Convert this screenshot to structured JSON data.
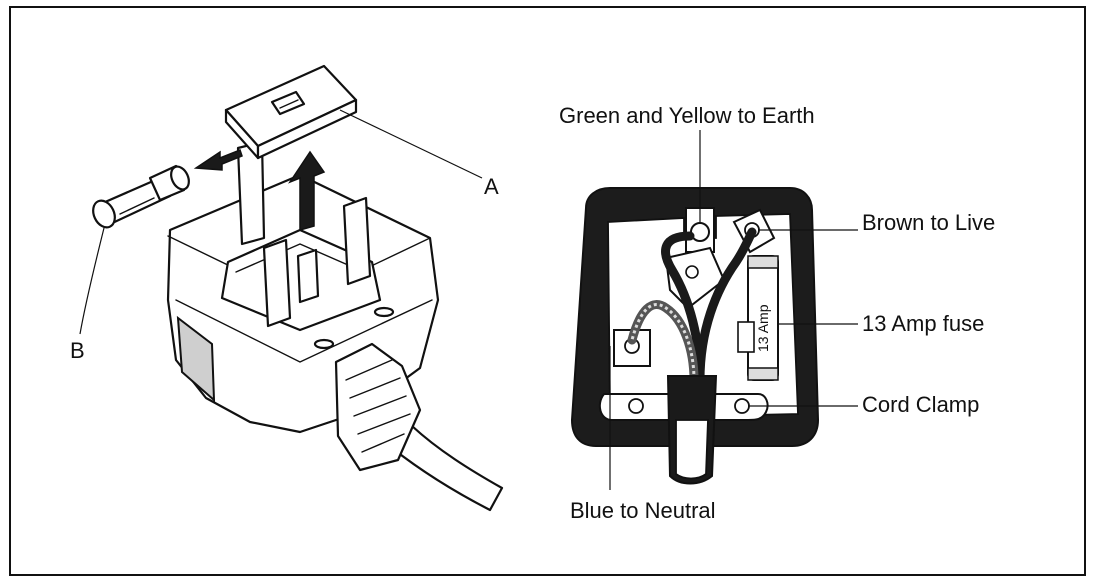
{
  "left_diagram": {
    "label_a": "A",
    "label_b": "B"
  },
  "right_diagram": {
    "earth_label": "Green and Yellow to Earth",
    "live_label": "Brown to Live",
    "fuse_label": "13 Amp fuse",
    "clamp_label": "Cord Clamp",
    "neutral_label": "Blue to Neutral",
    "fuse_marking": "13 Amp"
  }
}
